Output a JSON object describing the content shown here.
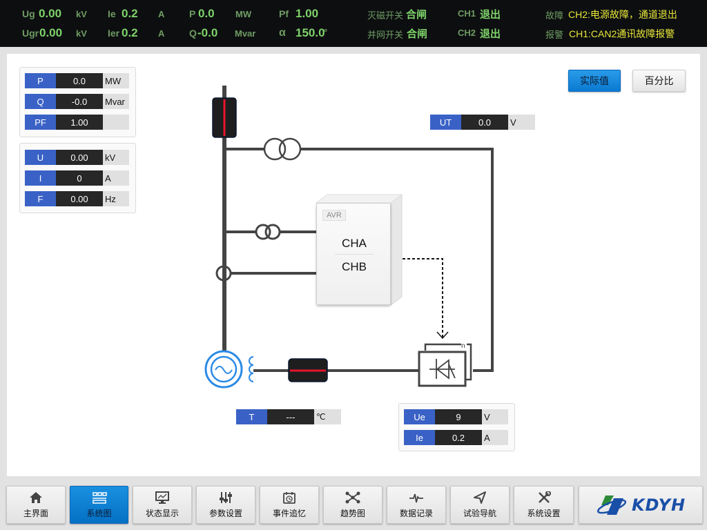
{
  "topbar": {
    "ug": {
      "label": "Ug",
      "value": "0.00",
      "unit": "kV"
    },
    "ugr": {
      "label": "Ugr",
      "value": "0.00",
      "unit": "kV"
    },
    "ie": {
      "label": "Ie",
      "value": "0.2",
      "unit": "A"
    },
    "ier": {
      "label": "Ier",
      "value": "0.2",
      "unit": "A"
    },
    "p": {
      "label": "P",
      "value": "0.0",
      "unit": "MW"
    },
    "q": {
      "label": "Q",
      "value": "-0.0",
      "unit": "Mvar"
    },
    "pf": {
      "label": "Pf",
      "value": "1.00"
    },
    "alpha": {
      "label": "α",
      "value": "150.0",
      "unit": "°"
    },
    "field_breaker": {
      "label": "灭磁开关",
      "value": "合闸"
    },
    "grid_breaker": {
      "label": "并网开关",
      "value": "合闸"
    },
    "ch1": {
      "label": "CH1",
      "value": "退出"
    },
    "ch2": {
      "label": "CH2",
      "value": "退出"
    },
    "fault": {
      "label": "故障",
      "value": "CH2:电源故障，通道退出"
    },
    "alarm": {
      "label": "报警",
      "value": "CH1:CAN2通讯故障报警"
    }
  },
  "power_box": [
    {
      "key": "P",
      "value": "0.0",
      "unit": "MW"
    },
    {
      "key": "Q",
      "value": "-0.0",
      "unit": "Mvar"
    },
    {
      "key": "PF",
      "value": "1.00",
      "unit": ""
    }
  ],
  "electric_box": [
    {
      "key": "U",
      "value": "0.00",
      "unit": "kV"
    },
    {
      "key": "I",
      "value": "0",
      "unit": "A"
    },
    {
      "key": "F",
      "value": "0.00",
      "unit": "Hz"
    }
  ],
  "ut": {
    "key": "UT",
    "value": "0.0",
    "unit": "V"
  },
  "temperature": {
    "key": "T",
    "value": "---",
    "unit": "℃"
  },
  "excitation_box": [
    {
      "key": "Ue",
      "value": "9",
      "unit": "V"
    },
    {
      "key": "Ie",
      "value": "0.2",
      "unit": "A"
    }
  ],
  "view_buttons": {
    "actual": "实际值",
    "percent": "百分比"
  },
  "avr": {
    "tag": "AVR",
    "cha": "CHA",
    "chb": "CHB"
  },
  "rectifier": {
    "count_label": "n"
  },
  "colors": {
    "accent_blue": "#3a62c6",
    "active_button": "#0a7ad2",
    "breaker_red": "#e8142c",
    "generator_blue": "#2a8ae6",
    "status_green": "#7ed36a",
    "alarm_yellow": "#e8e83a"
  },
  "nav": [
    {
      "label": "主界面",
      "icon": "home-icon"
    },
    {
      "label": "系统图",
      "icon": "system-diagram-icon",
      "active": true
    },
    {
      "label": "状态显示",
      "icon": "monitor-icon"
    },
    {
      "label": "参数设置",
      "icon": "sliders-icon"
    },
    {
      "label": "事件追忆",
      "icon": "calendar-clock-icon"
    },
    {
      "label": "趋势图",
      "icon": "network-icon"
    },
    {
      "label": "数据记录",
      "icon": "pulse-icon"
    },
    {
      "label": "试验导航",
      "icon": "navigation-icon"
    },
    {
      "label": "系统设置",
      "icon": "tools-icon"
    }
  ],
  "logo": {
    "text": "KDYH"
  }
}
